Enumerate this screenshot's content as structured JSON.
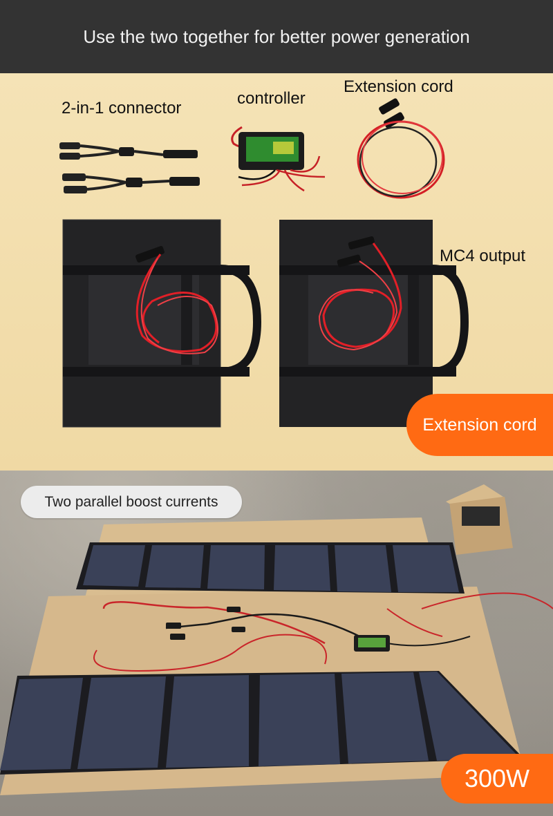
{
  "header": {
    "title": "Use the two together for better power generation"
  },
  "labels": {
    "connector": "2-in-1 connector",
    "controller": "controller",
    "extension_cord_top": "Extension cord",
    "mc4_output": "MC4 output"
  },
  "badges": {
    "extension_cord": "Extension cord",
    "parallel": "Two parallel boost currents",
    "wattage": "300W"
  },
  "colors": {
    "header_bg": "#333333",
    "accent_orange": "#ff6a13",
    "cable_red": "#e0232a",
    "bag_black": "#1f1f21",
    "panel_blue": "#353b4f",
    "cardboard": "#d6b88c"
  }
}
